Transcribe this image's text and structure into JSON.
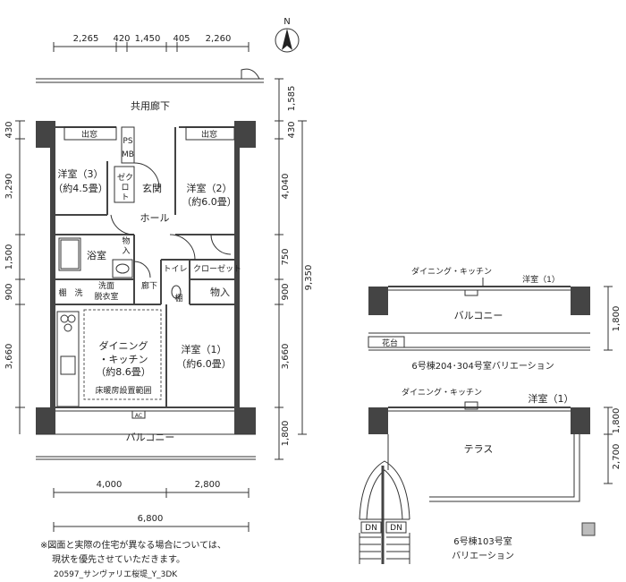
{
  "north_label": "N",
  "top_dims": [
    "2,265",
    "420",
    "1,450",
    "405",
    "2,260"
  ],
  "left_dims": [
    "430",
    "3,290",
    "1,500",
    "900",
    "3,660"
  ],
  "right_dims": [
    "1,585",
    "430",
    "4,040",
    "750",
    "900",
    "9,350",
    "3,660",
    "1,800"
  ],
  "bottom_dims": [
    "4,000",
    "2,800",
    "6,800"
  ],
  "rooms": {
    "corridor": "共用廊下",
    "window_left": "出窓",
    "window_right": "出窓",
    "ps": "PS",
    "mb": "MB",
    "western3": "洋室（3）",
    "western3_size": "（約4.5畳）",
    "closet_a": "ゼク",
    "closet_b": "ロ",
    "closet_c": "ト",
    "entrance": "玄関",
    "hall": "ホール",
    "western2": "洋室（2）",
    "western2_size": "（約6.0畳）",
    "bath": "浴室",
    "storage_small": "物",
    "storage_small2": "入",
    "toilet": "トイレ",
    "closet": "クローゼット",
    "shelf": "棚",
    "laundry": "洗",
    "washroom1": "洗面",
    "washroom2": "脱衣室",
    "hallway": "廊下",
    "shelf2": "棚",
    "storage": "物入",
    "dk1": "ダイニング",
    "dk2": "・キッチン",
    "dk_size": "（約8.6畳）",
    "heater": "床暖房設置範囲",
    "western1": "洋室（1）",
    "western1_size": "（約6.0畳）",
    "balcony": "バルコニー",
    "ac": "AC"
  },
  "variation1": {
    "dk": "ダイニング・キッチン",
    "western": "洋室（1）",
    "balcony": "バルコニー",
    "flowerbed": "花台",
    "caption": "6号棟204･304号室バリエーション",
    "dims": [
      "1,800"
    ]
  },
  "variation2": {
    "dk": "ダイニング・キッチン",
    "western": "洋室（1）",
    "terrace": "テラス",
    "dn1": "DN",
    "dn2": "DN",
    "caption1": "6号棟103号室",
    "caption2": "バリエーション",
    "dims": [
      "1,800",
      "2,700"
    ]
  },
  "notes": {
    "line1": "※図面と実際の住宅が異なる場合については、",
    "line2": "現状を優先させていただきます。",
    "code": "20597_サンヴァリエ桜堤_Y_3DK"
  }
}
